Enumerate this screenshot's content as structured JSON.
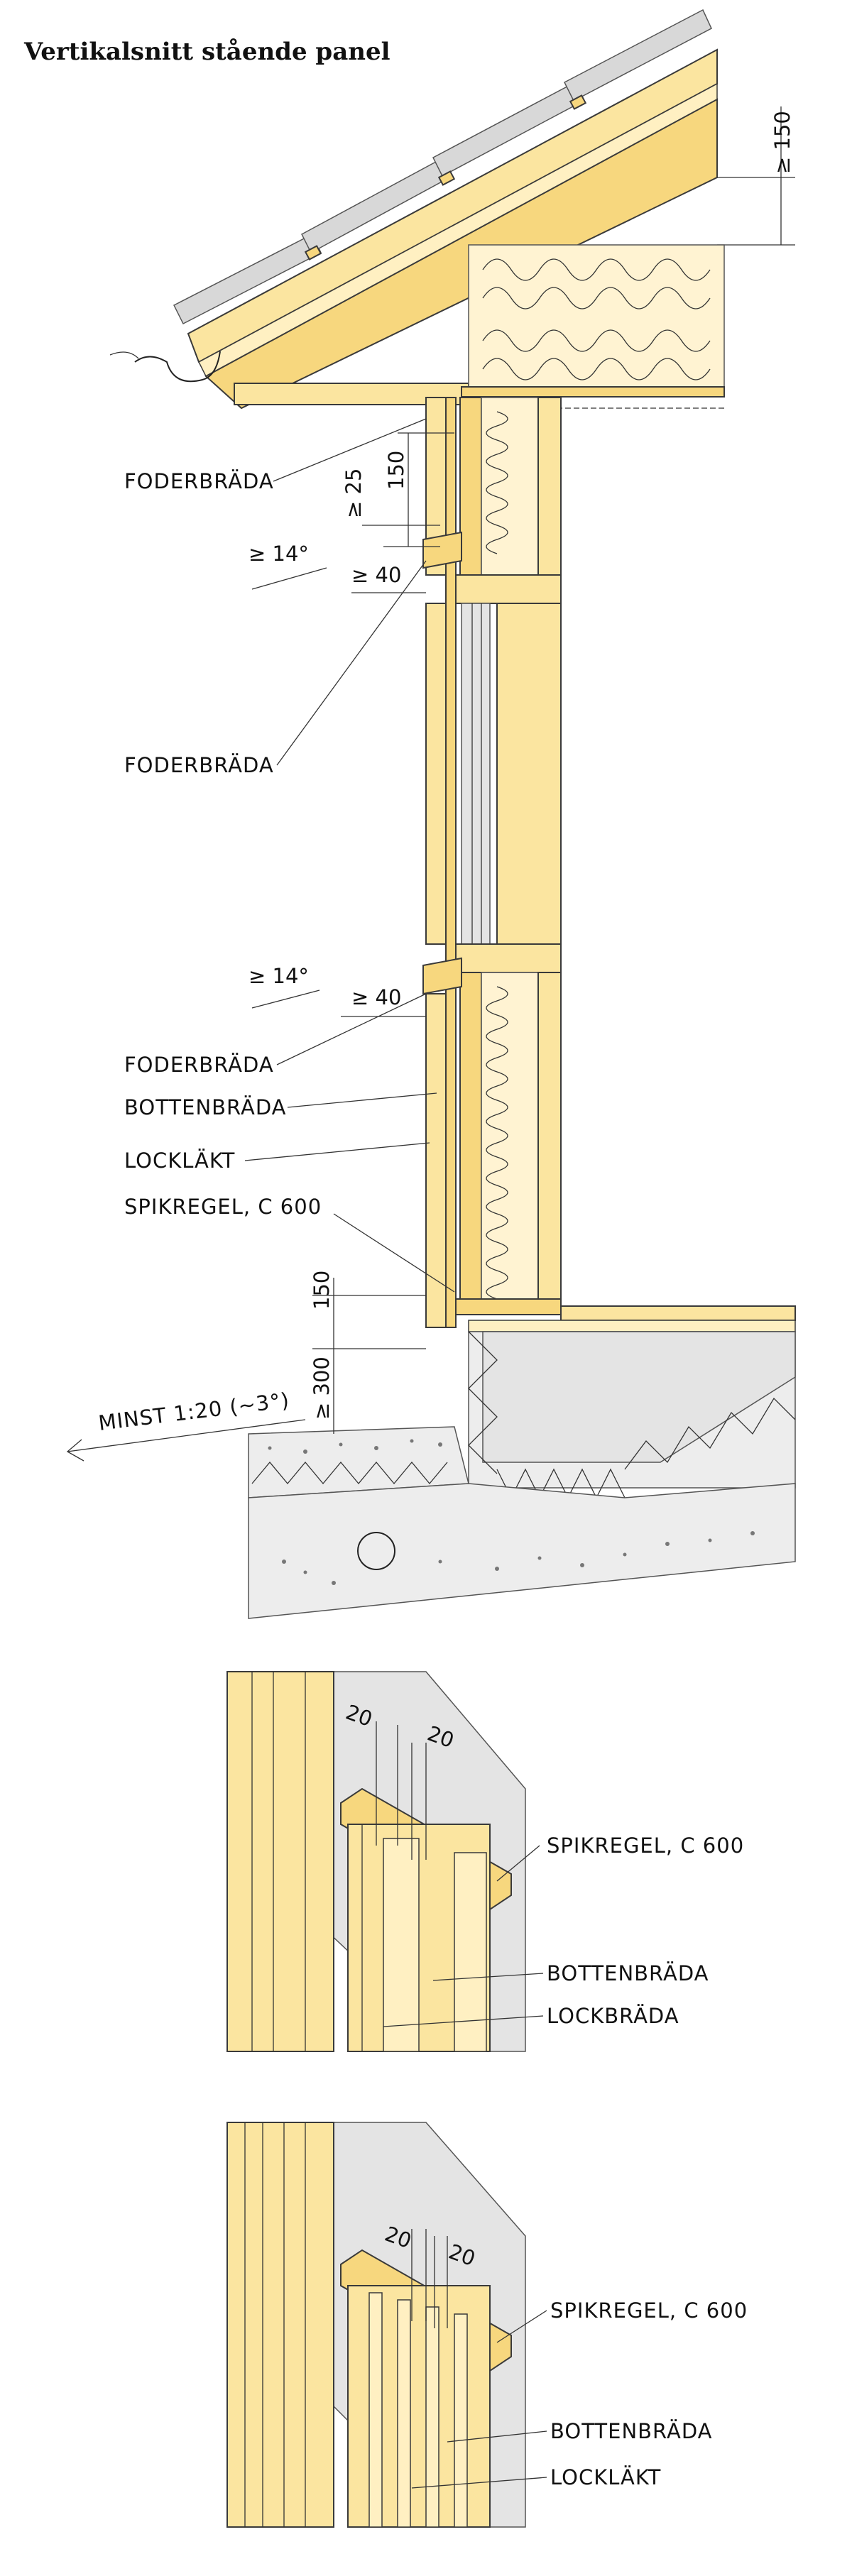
{
  "title": "Vertikalsnitt stående panel",
  "section": {
    "labels": {
      "foderbrada_1": "FODERBRÄDA",
      "foderbrada_2": "FODERBRÄDA",
      "foderbrada_3": "FODERBRÄDA",
      "bottenbrada": "BOTTENBRÄDA",
      "locklakt": "LOCKLÄKT",
      "spikregel": "SPIKREGEL, C 600",
      "slope": "MINST 1:20 (~3°)"
    },
    "dimensions": {
      "roof_overhang": "≥ 150",
      "gap_25": "≥ 25",
      "h_150_top": "150",
      "angle_top": "≥ 14°",
      "gap_40_top": "≥ 40",
      "angle_bottom": "≥ 14°",
      "gap_40_bottom": "≥ 40",
      "h_150_bottom": "150",
      "ground_300": "≥ 300"
    }
  },
  "detail_1": {
    "dim_a": "20",
    "dim_b": "20",
    "label_spikregel": "SPIKREGEL, C 600",
    "label_bottenbrada": "BOTTENBRÄDA",
    "label_lock": "LOCKBRÄDA"
  },
  "detail_2": {
    "dim_a": "20",
    "dim_b": "20",
    "label_spikregel": "SPIKREGEL, C 600",
    "label_bottenbrada": "BOTTENBRÄDA",
    "label_lock": "LOCKLÄKT"
  },
  "colors": {
    "wood": "#fbe5a0",
    "insulation": "#fff3d2",
    "concrete": "#ededed",
    "ground_grey": "#e4e4e4"
  }
}
